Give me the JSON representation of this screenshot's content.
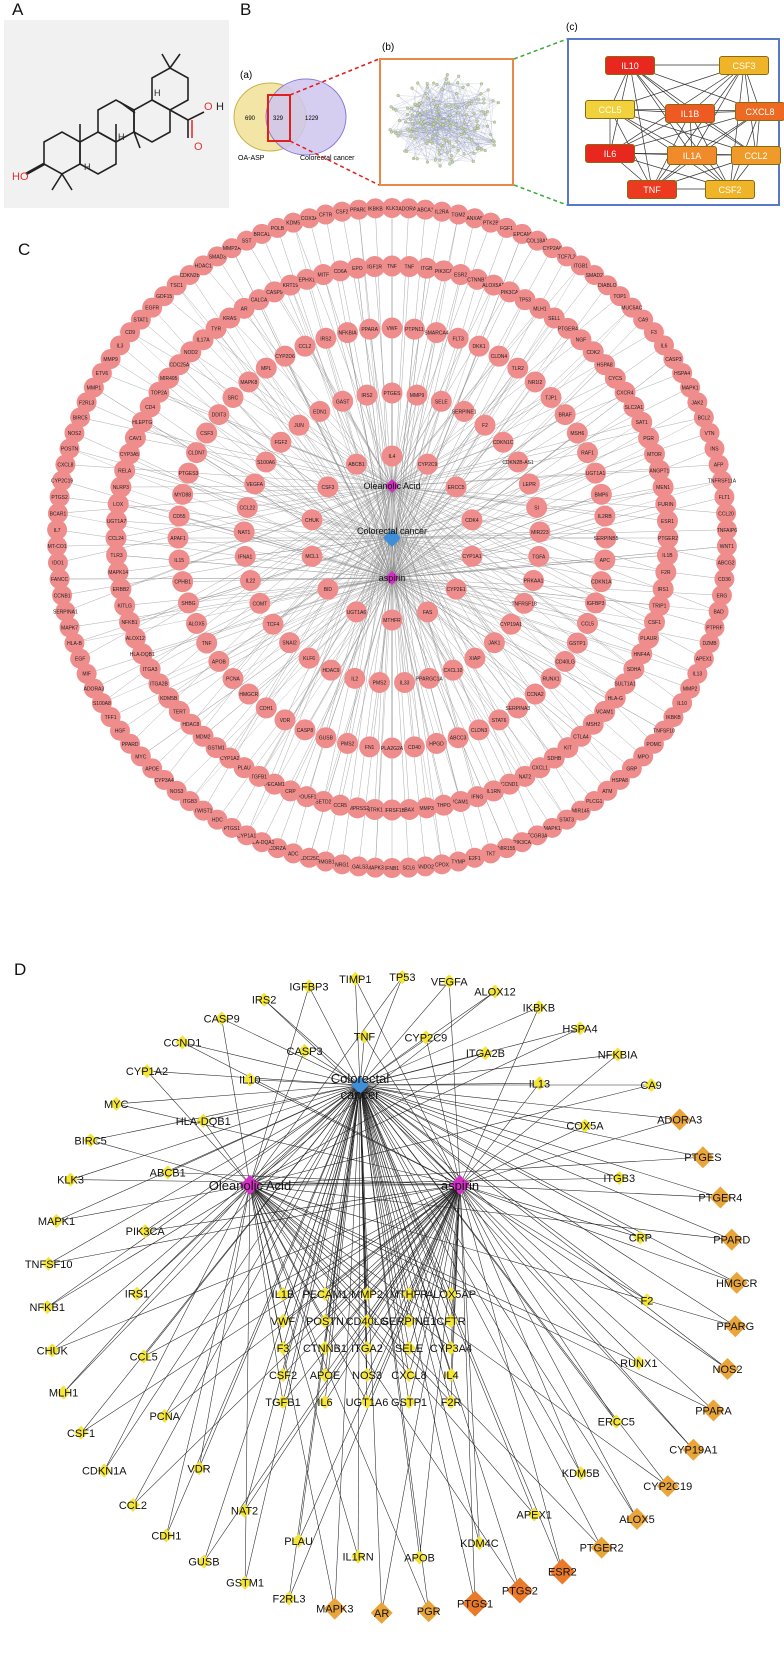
{
  "panels": {
    "a": "A",
    "b": "B",
    "c": "C",
    "d": "D",
    "sub_a": "(a)",
    "sub_b": "(b)",
    "sub_c": "(c)"
  },
  "molecule": {
    "oh_label": "HO",
    "h_labels": [
      "H",
      "H",
      "H"
    ],
    "acid_o": "O",
    "acid_h": "H"
  },
  "venn": {
    "left_count": "690",
    "overlap_count": "329",
    "right_count": "1229",
    "left_label": "OA-ASP",
    "right_label": "Colorectal cancer"
  },
  "ppi_nodes": [
    {
      "name": "IL10",
      "color": "#e8281f"
    },
    {
      "name": "CSF3",
      "color": "#f0b429"
    },
    {
      "name": "CCL5",
      "color": "#f2d23c"
    },
    {
      "name": "IL1B",
      "color": "#ee5a22"
    },
    {
      "name": "CXCL8",
      "color": "#ee6a22"
    },
    {
      "name": "IL6",
      "color": "#e8281f"
    },
    {
      "name": "IL1A",
      "color": "#f08a2a"
    },
    {
      "name": "CCL2",
      "color": "#f09a2a"
    },
    {
      "name": "TNF",
      "color": "#ec3a20"
    },
    {
      "name": "CSF2",
      "color": "#f0b429"
    }
  ],
  "networkC": {
    "center": "Colorectal cancer",
    "drug1": "Oleanolic Acid",
    "drug2": "aspirin",
    "node_color": "#ef8c8c",
    "rings": [
      [
        "KLK3",
        "ADORA1",
        "ABCA1",
        "IL2RA",
        "TGM2",
        "ANXA5",
        "PTK2B",
        "FGF1",
        "EPCAM",
        "COL18A1",
        "CYP2A6",
        "TCF7L2",
        "ITGB1",
        "SMAD2",
        "DIABLO",
        "TOP1",
        "MUC5AC",
        "CA9",
        "F3",
        "IL6",
        "CASP3",
        "HSPA4",
        "MAPK1",
        "JAK2",
        "BCL2",
        "VTN",
        "INS",
        "AFP",
        "TNFRSF11A",
        "FLT1",
        "CCL20",
        "TNFAIP6",
        "WNT1",
        "ABCG2",
        "CD36",
        "ERG",
        "BAD",
        "PTPRF",
        "DZMB",
        "APEX1",
        "IL13",
        "MMP2",
        "IL10",
        "IKBKB",
        "TNFSF10",
        "POMC",
        "MPO",
        "GRP",
        "HSPA8",
        "ATM",
        "PLCG1",
        "MIR145",
        "STAT3",
        "MAPK1",
        "FCGR3A",
        "PIK3CA",
        "MIR155",
        "TKT",
        "E2F1",
        "TYMP",
        "CPOX",
        "ANDO2",
        "SCL6",
        "IFNB1",
        "MAPK3",
        "LGALS3",
        "NRG1",
        "HMGB1",
        "CDC25C",
        "ADC",
        "CDRZA",
        "HLA-DQA1",
        "CYP1A1",
        "PTGS1",
        "HDC",
        "TWIST1",
        "ITGB3",
        "NOS3",
        "CYP3A4",
        "APOE",
        "MYC",
        "PPARD",
        "HGF",
        "TFF1",
        "S100A8",
        "ADORA3",
        "MIF",
        "EGF",
        "HLA-B",
        "MAPK7",
        "SERPINA1",
        "CCNB1",
        "FANCC",
        "IDO1",
        "MT-CO1",
        "IL7",
        "BCAR1",
        "PTGS2",
        "CYP2C19",
        "CXCL8",
        "POSTN",
        "NOS2",
        "BIRC5",
        "F2RL3",
        "MMP1",
        "ETV6",
        "MMP9",
        "IL3",
        "CD9",
        "STAT1",
        "EGFR",
        "GDF15",
        "TSC1",
        "CDKN2B",
        "HDAC1",
        "SMAD3",
        "MMP2A",
        "SST",
        "BRCA1",
        "POLB",
        "KDM5",
        "COX3A",
        "CFTR",
        "CSF2",
        "PPARG",
        "IKBKB"
      ],
      [
        "TNF",
        "TNF",
        "ITGB",
        "PIK3CA",
        "ESR2",
        "CTNNB1",
        "ALOX5AP",
        "PIK3CA",
        "TP53",
        "MLH1",
        "SELL",
        "PTGER4",
        "NGF",
        "CDK2",
        "HSPA8",
        "CYCS",
        "CXCR4",
        "SLC2A1",
        "SAT1",
        "PGR",
        "MTOR",
        "ANGPT1",
        "MEN1",
        "FURIN",
        "ESR1",
        "PTGER2",
        "IL1B",
        "F2R",
        "IRS1",
        "TRIP1",
        "CSF1",
        "PLAUR",
        "HNF4A",
        "SDHA",
        "SULT1A1",
        "HLA-G",
        "VCAM1",
        "MSH2",
        "CTLA4",
        "KIT",
        "SDHB",
        "CXCL1",
        "NAT2",
        "CCND1",
        "IL1RN",
        "IFNG",
        "ICAM1",
        "THPO",
        "MMP3",
        "BAX",
        "TNFRSF1B",
        "NTRK1",
        "TMPRSS2",
        "CCR5",
        "SETD2",
        "POU5F1",
        "CRP",
        "PECAM1",
        "TGFB1",
        "PLAU",
        "CYP1A2",
        "GSTM1",
        "MDM2",
        "HDAC8",
        "TERT",
        "KDM5B",
        "ITGA2B",
        "ITGA3",
        "HLA-DQB1",
        "ALOX12",
        "NFKB1",
        "KITLG",
        "ERBB2",
        "MAPK14",
        "TLR3",
        "CCL24",
        "UGT1A7",
        "LOX",
        "NLRP3",
        "RELA",
        "CYP3A5",
        "CAV1",
        "HLEPTG",
        "CD4",
        "TOP2A",
        "MIR495",
        "CDC25A",
        "NOD2",
        "IL17A",
        "TYR",
        "KRAS",
        "AR",
        "CALCA",
        "CASP9",
        "KRT19",
        "EPHX1",
        "MITF",
        "CD6A",
        "EPO",
        "IGF1R"
      ],
      [
        "VWF",
        "PTPN11",
        "SMARCA4",
        "FLT3",
        "DKK1",
        "CLDN4",
        "TLR2",
        "NR1I2",
        "TJP1",
        "BRAF",
        "MSH6",
        "RAF1",
        "UGT1A1",
        "BMP6",
        "IL2RB",
        "SERPINB5",
        "APC",
        "CDKN1A",
        "IGFBP3",
        "CCL5",
        "GSTP1",
        "CD40LG",
        "RUNX1",
        "CCNA2",
        "SERPINA3",
        "STAT6",
        "CLDN3",
        "ABCC3",
        "HPGD",
        "CD40",
        "PLA2G2A",
        "FN1",
        "PMS2",
        "GUSB",
        "CASP8",
        "VDR",
        "CDH1",
        "HMGCR",
        "PCNA",
        "APOB",
        "TNF",
        "ALOX5",
        "SHBG",
        "CPHB1",
        "IL15",
        "APAF1",
        "CD55",
        "MYD88",
        "PTGES3",
        "CLDN7",
        "CSF3",
        "DDIT3",
        "SRC",
        "MAPK8",
        "MPL",
        "CYP2D6",
        "CCL2",
        "IRS2",
        "NFKBIA",
        "PPARA"
      ],
      [
        "PTGES",
        "MMP9",
        "SELE",
        "SERPINE1",
        "F2",
        "CDKN1C",
        "CDKN2B-AS1",
        "LEPR",
        "SI",
        "MIR223",
        "TGFA",
        "PRKAA1",
        "TNFRSF18",
        "CYP19A1",
        "JAK1",
        "XIAP",
        "CXCL10",
        "PPARGC1A",
        "IL33",
        "PMS2",
        "IL2",
        "HDAC9",
        "KLF6",
        "SNAI2",
        "TCF4",
        "COMT",
        "IL22",
        "IFNA1",
        "NAT1",
        "CCL22",
        "VEGFA",
        "S100A6",
        "FGF2",
        "JUN",
        "EDN1",
        "GAST",
        "IRS2"
      ],
      [
        "IL4",
        "CYP2C9",
        "ERCC5",
        "CDK4",
        "CYP1A1",
        "CYP2E1",
        "FAS",
        "MTHFR",
        "UGT1A6",
        "BID",
        "MCL1",
        "CHUK",
        "CSF3",
        "ABCB1"
      ]
    ]
  },
  "networkD": {
    "center": "Colorectal\ncancer",
    "drug1": "Oleanolic Acid",
    "drug2": "aspirin",
    "outer": [
      {
        "name": "TP53",
        "tier": 0
      },
      {
        "name": "VEGFA",
        "tier": 0
      },
      {
        "name": "ALOX12",
        "tier": 0
      },
      {
        "name": "IKBKB",
        "tier": 0
      },
      {
        "name": "HSPA4",
        "tier": 0
      },
      {
        "name": "NFKBIA",
        "tier": 0
      },
      {
        "name": "CA9",
        "tier": 0
      },
      {
        "name": "ADORA3",
        "tier": 2
      },
      {
        "name": "PTGES",
        "tier": 2
      },
      {
        "name": "PTGER4",
        "tier": 2
      },
      {
        "name": "PPARD",
        "tier": 2
      },
      {
        "name": "HMGCR",
        "tier": 2
      },
      {
        "name": "PPARG",
        "tier": 2
      },
      {
        "name": "NOS2",
        "tier": 2
      },
      {
        "name": "PPARA",
        "tier": 2
      },
      {
        "name": "CYP19A1",
        "tier": 2
      },
      {
        "name": "CYP2C19",
        "tier": 2
      },
      {
        "name": "ALOX5",
        "tier": 2
      },
      {
        "name": "PTGER2",
        "tier": 2
      },
      {
        "name": "ESR2",
        "tier": 3
      },
      {
        "name": "PTGS2",
        "tier": 3
      },
      {
        "name": "PTGS1",
        "tier": 3
      },
      {
        "name": "PGR",
        "tier": 2
      },
      {
        "name": "AR",
        "tier": 2
      },
      {
        "name": "MAPK3",
        "tier": 2
      },
      {
        "name": "F2RL3",
        "tier": 0
      },
      {
        "name": "GSTM1",
        "tier": 0
      },
      {
        "name": "GUSB",
        "tier": 0
      },
      {
        "name": "CDH1",
        "tier": 0
      },
      {
        "name": "CCL2",
        "tier": 0
      },
      {
        "name": "CDKN1A",
        "tier": 0
      },
      {
        "name": "CSF1",
        "tier": 0
      },
      {
        "name": "MLH1",
        "tier": 0
      },
      {
        "name": "CHUK",
        "tier": 0
      },
      {
        "name": "NFKB1",
        "tier": 0
      },
      {
        "name": "TNFSF10",
        "tier": 0
      },
      {
        "name": "MAPK1",
        "tier": 0
      },
      {
        "name": "KLK3",
        "tier": 0
      },
      {
        "name": "BIRC5",
        "tier": 0
      },
      {
        "name": "MYC",
        "tier": 0
      },
      {
        "name": "CYP1A2",
        "tier": 0
      },
      {
        "name": "CCND1",
        "tier": 0
      },
      {
        "name": "CASP9",
        "tier": 0
      },
      {
        "name": "IRS2",
        "tier": 0
      },
      {
        "name": "IGFBP3",
        "tier": 0
      },
      {
        "name": "TIMP1",
        "tier": 0
      }
    ],
    "mid": [
      {
        "name": "CASP3"
      },
      {
        "name": "TNF"
      },
      {
        "name": "CYP2C9"
      },
      {
        "name": "ITGA2B"
      },
      {
        "name": "IL13"
      },
      {
        "name": "COX5A"
      },
      {
        "name": "ITGB3"
      },
      {
        "name": "CRP"
      },
      {
        "name": "F2"
      },
      {
        "name": "RUNX1"
      },
      {
        "name": "ERCC5"
      },
      {
        "name": "KDM5B"
      },
      {
        "name": "APEX1"
      },
      {
        "name": "KDM4C"
      },
      {
        "name": "APOB"
      },
      {
        "name": "IL1RN"
      },
      {
        "name": "PLAU"
      },
      {
        "name": "NAT2"
      },
      {
        "name": "VDR"
      },
      {
        "name": "PCNA"
      },
      {
        "name": "CCL5"
      },
      {
        "name": "IRS1"
      },
      {
        "name": "PIK3CA"
      },
      {
        "name": "ABCB1"
      },
      {
        "name": "HLA-DQB1"
      },
      {
        "name": "IL10"
      }
    ],
    "inner": [
      "IL1B",
      "PECAM1",
      "MMP2",
      "MTHFR",
      "ALOX5AP",
      "VWF",
      "POSTN",
      "CD40LG",
      "SERPINE1",
      "CFTR",
      "F3",
      "CTNNB1",
      "ITGA2",
      "SELE",
      "CYP3A4",
      "CSF2",
      "APOE",
      "NOS3",
      "CXCL8",
      "IL4",
      "TGFB1",
      "IL6",
      "UGT1A6",
      "GSTP1",
      "F2R"
    ],
    "tier_colors": [
      "#f4e536",
      "#f0c43a",
      "#eaa53a",
      "#ea7a2a"
    ]
  }
}
